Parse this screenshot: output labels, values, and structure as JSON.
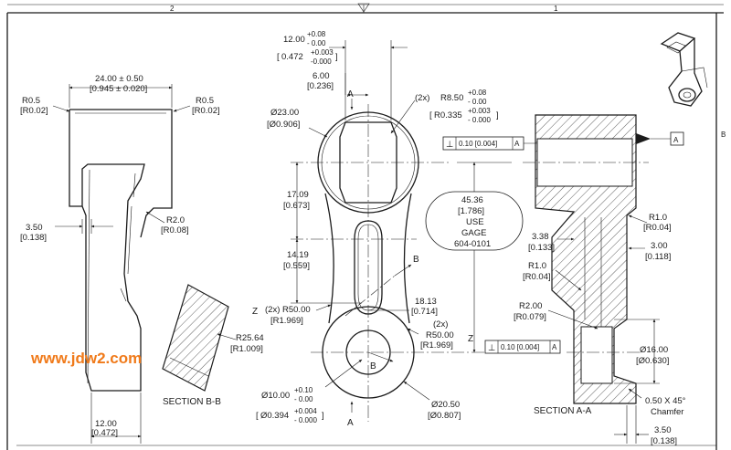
{
  "colors": {
    "ink": "#1b1b1b",
    "paper": "#ffffff",
    "watermark": "#f07a1a"
  },
  "zones": {
    "top_left": "2",
    "top_right": "1",
    "right_b": "B"
  },
  "watermark": "www.jdw2.com",
  "section_labels": {
    "bb": "SECTION B-B",
    "aa": "SECTION A-A"
  },
  "cut_labels": {
    "a_top": "A",
    "a_bottom": "A",
    "b_cut": "B",
    "b_center": "B",
    "datum_a": "A"
  },
  "side_view": {
    "width_nom": "24.00 ± 0.50",
    "width_alt": "[0.945 ± 0.020]",
    "r_left": "R0.5",
    "r_left_alt": "[R0.02]",
    "r_right": "R0.5",
    "r_right_alt": "[R0.02]",
    "wall": "3.50",
    "wall_alt": "[0.138]",
    "r2": "R2.0",
    "r2_alt": "[R0.08]",
    "base": "12.00",
    "base_alt": "[0.472]",
    "r25": "R25.64",
    "r25_alt": "[R1.009]"
  },
  "front_view": {
    "slot_nom": "12.00",
    "slot_tol_up": "+0.08",
    "slot_tol_dn": "- 0.00",
    "slot_alt": "0.472",
    "slot_alt_up": "+0.003",
    "slot_alt_dn": "-0.000",
    "flat": "6.00",
    "flat_alt": "[0.236]",
    "dia23": "Ø23.00",
    "dia23_alt": "[Ø0.906]",
    "count2x": "(2x)",
    "r8": "R8.50",
    "r8_up": "+0.08",
    "r8_dn": "- 0.00",
    "r8_alt": "R0.335",
    "r8_alt_up": "+0.003",
    "r8_alt_dn": "- 0.000",
    "d1709": "17.09",
    "d1709_alt": "[0.673]",
    "d1419": "14.19",
    "d1419_alt": "[0.559]",
    "gage_nom": "45.36",
    "gage_alt": "[1.786]",
    "gage_use": "USE",
    "gage_word": "GAGE",
    "gage_no": "604-0101",
    "d1813": "18.13",
    "d1813_alt": "[0.714]",
    "r50a": "(2x) R50.00",
    "r50a_alt": "[R1.969]",
    "count2x_b": "(2x)",
    "r50b": "R50.00",
    "r50b_alt": "[R1.969]",
    "dia10": "Ø10.00",
    "dia10_up": "+0.10",
    "dia10_dn": "- 0.00",
    "dia10_alt": "Ø0.394",
    "dia10_alt_up": "+0.004",
    "dia10_alt_dn": "- 0.000",
    "dia20": "Ø20.50",
    "dia20_alt": "[Ø0.807]",
    "perp_sym": "⊥",
    "perp1_tol": "0.10 [0.004]",
    "perp1_ref": "A",
    "perp2_tol": "0.10 [0.004]",
    "perp2_ref": "A"
  },
  "section_aa": {
    "r1a": "R1.0",
    "r1a_alt": "[R0.04]",
    "d338": "3.38",
    "d338_alt": "[0.133]",
    "d300": "3.00",
    "d300_alt": "[0.118]",
    "r1b": "R1.0",
    "r1b_alt": "[R0.04]",
    "r2": "R2.00",
    "r2_alt": "[R0.079]",
    "dia16": "Ø16.00",
    "dia16_alt": "[Ø0.630]",
    "chamfer": "0.50 X 45°",
    "chamfer_word": "Chamfer",
    "d350": "3.50",
    "d350_alt": "[0.138]"
  }
}
